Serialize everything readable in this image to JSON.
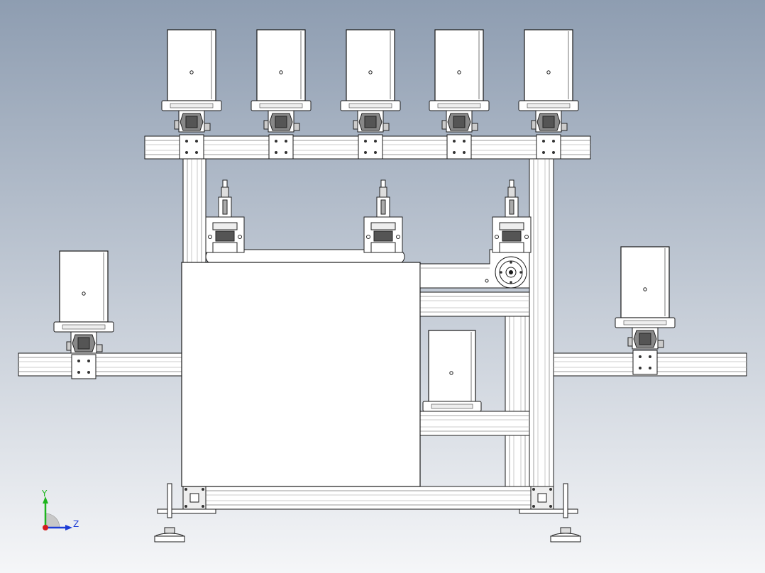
{
  "viewport": {
    "background_top": "#8e9db1",
    "background_bottom": "#f5f6f8"
  },
  "drawing": {
    "line_color": "#1a1a1a",
    "part_fill": "#ffffff",
    "shade_fill": "#e6e6e6",
    "dark_fill": "#7a7a7a",
    "motor_count_top_row": 5,
    "cylinder_count": 3
  },
  "triad": {
    "y_label": "Y",
    "z_label": "Z",
    "y_color": "#1db51d",
    "z_color": "#1c3cd6",
    "x_color": "#d41c1c"
  }
}
